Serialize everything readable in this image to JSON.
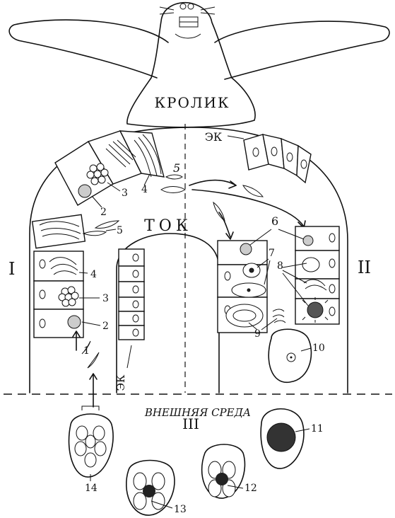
{
  "title": "КРОЛИК",
  "host_label": "КРОЛИК",
  "gut_current_label": "ТОК",
  "environment_label": "ВНЕШНЯЯ СРЕДА",
  "epithelium_label_top": "ЭК",
  "epithelium_label_bottom": "ЭК",
  "phases": {
    "one": "I",
    "two": "II",
    "three": "III"
  },
  "stages": {
    "n1": "1",
    "n2": "2",
    "n2b": "2",
    "n3": "3",
    "n3b": "3",
    "n4": "4",
    "n4b": "4",
    "n5": "5",
    "n5b": "5",
    "n6": "6",
    "n7": "7",
    "n8": "8",
    "n9": "9",
    "n10": "10",
    "n11": "11",
    "n12": "12",
    "n13": "13",
    "n14": "14"
  },
  "colors": {
    "ink": "#111111",
    "paper": "#ffffff"
  }
}
